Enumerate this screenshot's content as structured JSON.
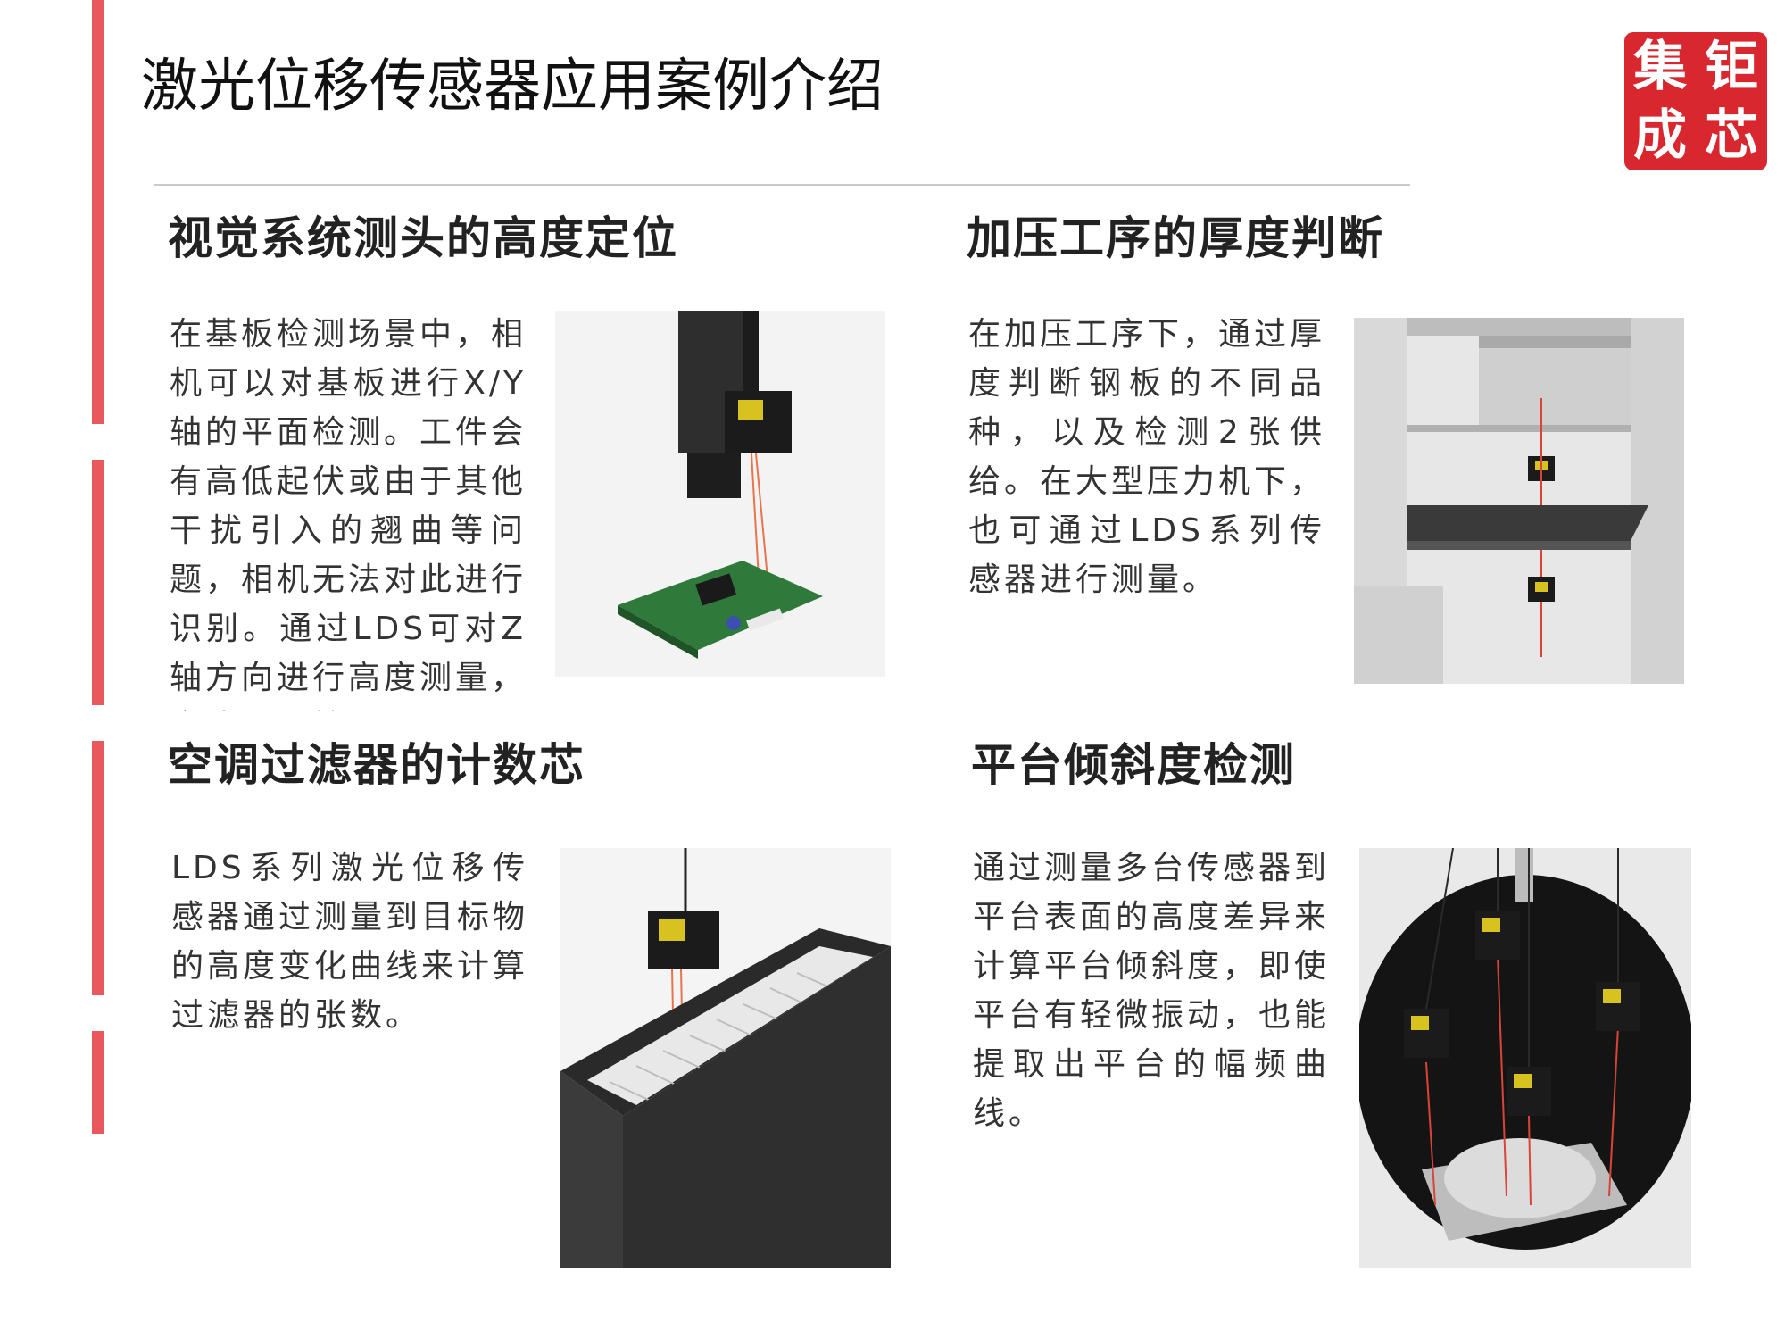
{
  "page": {
    "title": "激光位移传感器应用案例介绍",
    "logo_chars": [
      "集",
      "钜",
      "成",
      "芯"
    ],
    "accent_color": "#e8585c",
    "logo_color": "#d8272f"
  },
  "sections": [
    {
      "heading": "视觉系统测头的高度定位",
      "text": "在基板检测场景中，相机可以对基板进行X/Y轴的平面检测。工件会有高低起伏或由于其他干扰引入的翘曲等问题，相机无法对此进行识别。通过LDS可对Z轴方向进行高度测量，完成三维检测。"
    },
    {
      "heading": "加压工序的厚度判断",
      "text": "在加压工序下，通过厚度判断钢板的不同品种，以及检测2张供给。在大型压力机下，也可通过LDS系列传感器进行测量。"
    },
    {
      "heading": "空调过滤器的计数芯",
      "text": "LDS系列激光位移传感器通过测量到目标物的高度变化曲线来计算过滤器的张数。"
    },
    {
      "heading": "平台倾斜度检测",
      "text": "通过测量多台传感器到平台表面的高度差异来计算平台倾斜度，即使平台有轻微振动，也能提取出平台的幅频曲线。"
    }
  ]
}
